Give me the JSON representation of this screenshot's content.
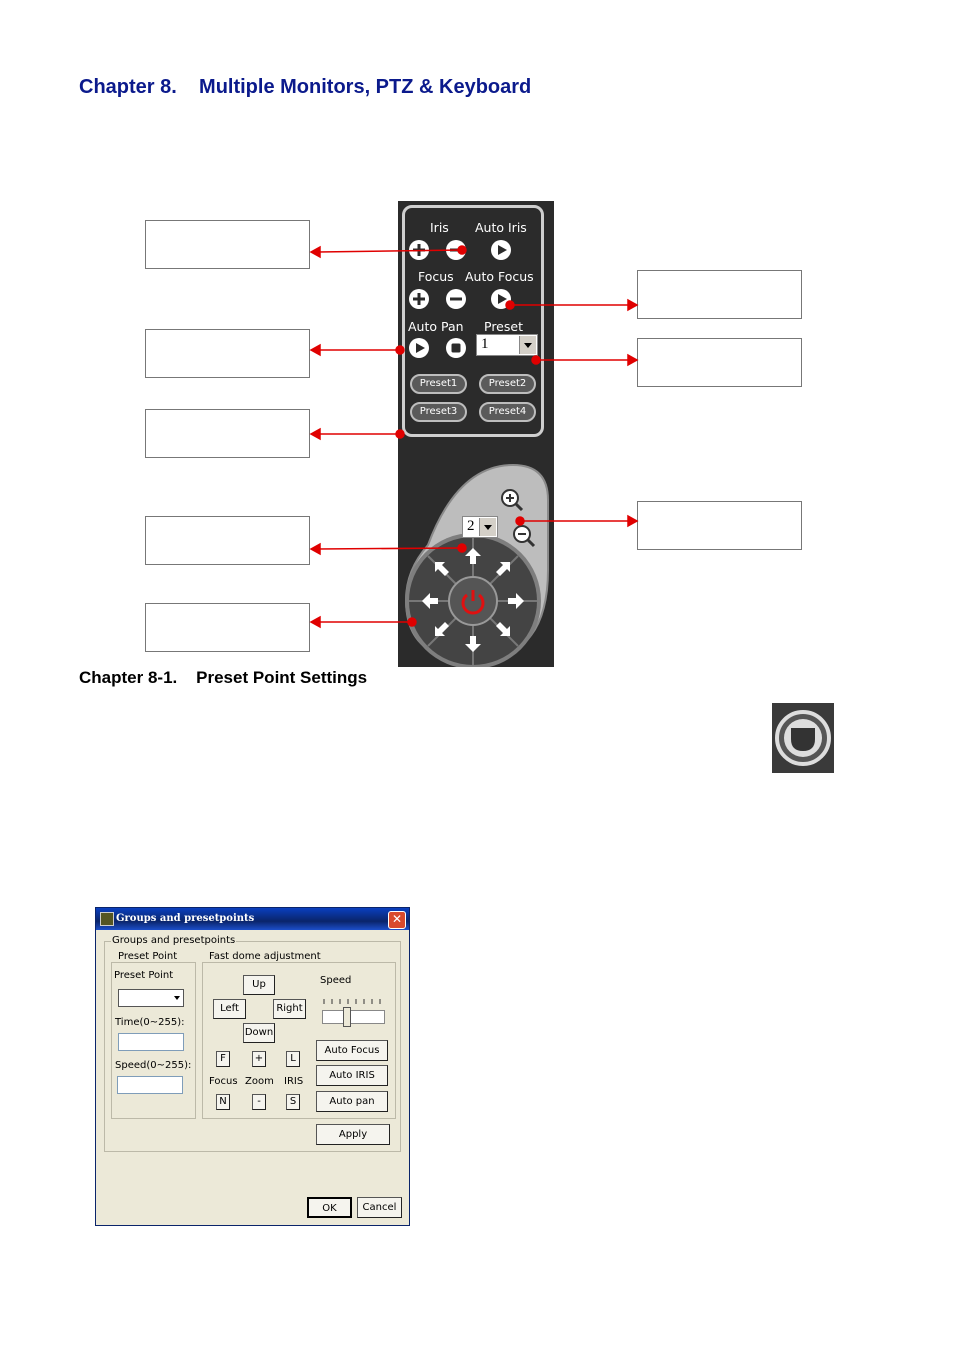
{
  "chapter_title": "Chapter 8.    Multiple Monitors, PTZ & Keyboard",
  "figure_caption": "Chapter 8-1.    Preset Point Settings",
  "ptz_panel": {
    "iris_label": "Iris",
    "auto_iris_label": "Auto Iris",
    "focus_label": "Focus",
    "auto_focus_label": "Auto Focus",
    "auto_pan_label": "Auto Pan",
    "preset_label": "Preset",
    "preset_value": "1",
    "preset_buttons": [
      "Preset1",
      "Preset2",
      "Preset3",
      "Preset4"
    ],
    "speed_value": "2"
  },
  "dialog": {
    "title": "Groups and presetpoints",
    "close_glyph": "✕",
    "groups_label": "Groups and presetpoints",
    "preset_point_group": "Preset Point",
    "preset_point_label": "Preset Point",
    "preset_point_value": "",
    "time_label": "Time(0~255):",
    "time_value": "",
    "speed_label": "Speed(0~255):",
    "speed_value": "",
    "fast_dome_group": "Fast dome adjustment",
    "up": "Up",
    "left": "Left",
    "right": "Right",
    "down": "Down",
    "speed": "Speed",
    "focus_plus": "F",
    "zoom_plus": "+",
    "iris_plus": "L",
    "focus": "Focus",
    "zoom": "Zoom",
    "iris": "IRIS",
    "focus_minus": "N",
    "zoom_minus": "-",
    "iris_minus": "S",
    "auto_focus": "Auto Focus",
    "auto_iris": "Auto IRIS",
    "auto_pan": "Auto pan",
    "apply": "Apply",
    "ok": "OK",
    "cancel": "Cancel"
  },
  "colors": {
    "title_blue": "#0b1a8c",
    "arrow_red": "#e00000",
    "panel_dark": "#2b2b2b",
    "dialog_bg": "#ece9d8"
  }
}
